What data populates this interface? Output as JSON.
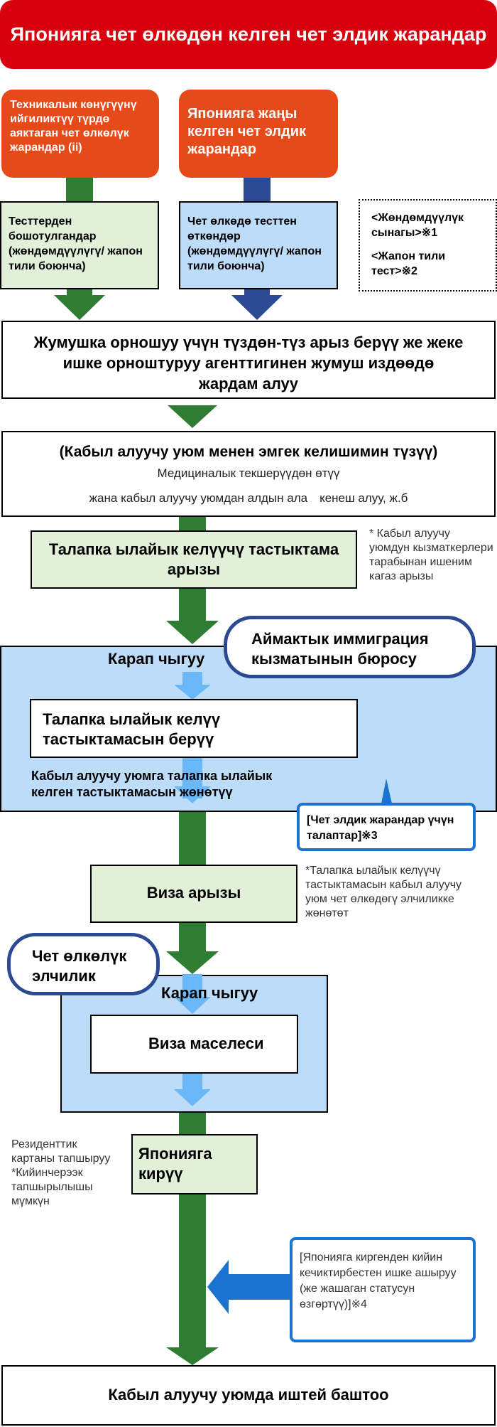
{
  "header": {
    "title": "Японияга чет өлкөдөн келген чет элдик жарандар"
  },
  "top_left": {
    "label": "Техникалык көнүгүүнү ийгиликтүү түрдө аяктаган чет өлкөлүк жарандар (ii)"
  },
  "top_right": {
    "label": "Японияга жаңы келген чет элдик жарандар"
  },
  "exempt_box": {
    "text": "Тесттерден бошотулгандар (жөндөмдүүлүгү/ жапон тили боюнча)"
  },
  "passed_box": {
    "text": "Чет өлкөдө тесттен өткөндөр (жөндөмдүүлүгү/ жапон　тили боюнча)"
  },
  "tests_box": {
    "line1": "<Жөндөмдүүлүк сынагы>※1",
    "line2": "<Жапон тили тест>※2"
  },
  "job_box": {
    "text": "Жумушка орношуу үчүн түздөн-түз арыз берүү же жеке ишке орноштуруу агенттигинен жумуш издөөдө жардам алуу"
  },
  "contract_box": {
    "title": "(Кабыл алуучу уюм менен эмгек келишимин түзүү)",
    "line1": "Медициналык текшерүүдөн өтүү",
    "line2": "жана кабыл алуучу уюмдан алдын ала　кенеш алуу, ж.б"
  },
  "coe_app": {
    "label": "Талапка ылайык келүүчү тастыктама арызы",
    "note": "* Кабыл алуучу уюмдун кызматкерлери тарабынан ишеним кагаз арызы"
  },
  "immigration": {
    "bureau": "Аймактык иммиграция кызматынын бюросу",
    "review": "Карап чыгуу",
    "issue": "Талапка ылайык келүү тастыктамасын берүү",
    "send": "Кабыл алуучу уюмга талапка ылайык келген тастыктамасын жөнөтүү",
    "requirements": "[Чет элдик жарандар үчүн талаптар]※3"
  },
  "visa_app": {
    "label": "Виза арызы",
    "note": "*Талапка ылайык келүүчү тастыктамасын кабыл алуучу уюм чет өлкөдөгү элчиликке жөнөтөт"
  },
  "embassy": {
    "name": "Чет өлкөлүк элчилик",
    "review": "Карап чыгуу",
    "issue": "Виза маселеси"
  },
  "entry": {
    "label": "Японияга кирүү",
    "note": "Резиденттик картаны тапшыруу *Кийинчерээк тапшырылышы мүмкүн"
  },
  "change_status": {
    "text": "[Японияга киргенден кийин кечиктирбестен ишке ашыруу (же жашаган статусун өзгөртүү)]※4"
  },
  "final": {
    "label": "Кабыл алуучу уюмда иштей баштоо"
  },
  "colors": {
    "header": "#d9000d",
    "orange": "#e64a19",
    "green_arrow": "#2f7d32",
    "navy_arrow": "#2b4a93",
    "light_blue_arrow": "#6ab8f7",
    "blue_arrow": "#1a73d1",
    "green_box": "#e2efd9",
    "blue_box": "#bddcf8"
  }
}
